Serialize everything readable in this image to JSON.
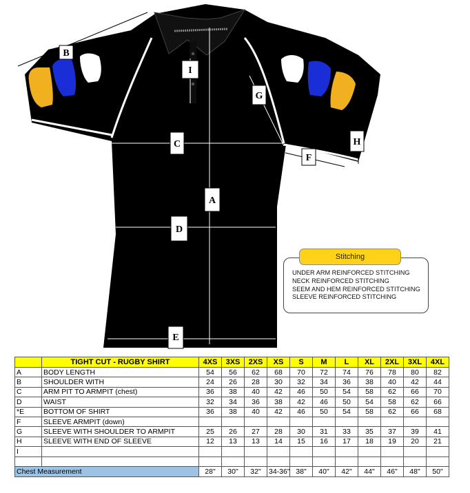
{
  "measure_labels": {
    "a": "A",
    "b": "B",
    "c": "C",
    "d": "D",
    "e": "E",
    "f": "F",
    "g": "G",
    "h": "H",
    "i": "I"
  },
  "stitching": {
    "title": "Stitching",
    "items": [
      "UNDER ARM REINFORCED STITCHING",
      "NECK REINFORCED STITCHING",
      "SEEM AND HEM REINFORCED STITCHING",
      "SLEEVE REINFORCED STITCHING"
    ]
  },
  "table": {
    "title": "TIGHT CUT - RUGBY SHIRT",
    "sizes": [
      "4XS",
      "3XS",
      "2XS",
      "XS",
      "S",
      "M",
      "L",
      "XL",
      "2XL",
      "3XL",
      "4XL"
    ],
    "rows": [
      {
        "code": "A",
        "label": "BODY LENGTH",
        "values": [
          "54",
          "56",
          "62",
          "68",
          "70",
          "72",
          "74",
          "76",
          "78",
          "80",
          "82"
        ]
      },
      {
        "code": "B",
        "label": "SHOULDER WITH",
        "values": [
          "24",
          "26",
          "28",
          "30",
          "32",
          "34",
          "36",
          "38",
          "40",
          "42",
          "44"
        ]
      },
      {
        "code": "C",
        "label": "ARM PIT TO ARMPIT (chest)",
        "values": [
          "36",
          "38",
          "40",
          "42",
          "46",
          "50",
          "54",
          "58",
          "62",
          "66",
          "70"
        ]
      },
      {
        "code": "D",
        "label": "WAIST",
        "values": [
          "32",
          "34",
          "36",
          "38",
          "42",
          "46",
          "50",
          "54",
          "58",
          "62",
          "66"
        ]
      },
      {
        "code": "*E",
        "label": "BOTTOM OF SHIRT",
        "values": [
          "36",
          "38",
          "40",
          "42",
          "46",
          "50",
          "54",
          "58",
          "62",
          "66",
          "68"
        ]
      },
      {
        "code": "F",
        "label": "SLEEVE ARMPIT (down)",
        "values": [
          "",
          "",
          "",
          "",
          "",
          "",
          "",
          "",
          "",
          "",
          ""
        ]
      },
      {
        "code": "G",
        "label": "SLEEVE WITH SHOULDER TO ARMPIT",
        "values": [
          "25",
          "26",
          "27",
          "28",
          "30",
          "31",
          "33",
          "35",
          "37",
          "39",
          "41"
        ]
      },
      {
        "code": "H",
        "label": "SLEEVE WITH END OF SLEEVE",
        "values": [
          "12",
          "13",
          "13",
          "14",
          "15",
          "16",
          "17",
          "18",
          "19",
          "20",
          "21"
        ]
      },
      {
        "code": "I",
        "label": "",
        "values": [
          "",
          "",
          "",
          "",
          "",
          "",
          "",
          "",
          "",
          "",
          ""
        ]
      },
      {
        "code": "",
        "label": "",
        "values": [
          "",
          "",
          "",
          "",
          "",
          "",
          "",
          "",
          "",
          "",
          ""
        ]
      }
    ],
    "footer": {
      "label": "Chest Measurement",
      "values": [
        "28\"",
        "30\"",
        "32\"",
        "34-36\"",
        "38\"",
        "40\"",
        "42\"",
        "44\"",
        "46\"",
        "48\"",
        "50\""
      ]
    }
  },
  "colors": {
    "shirt": "#000000",
    "piping": "#ffffff",
    "stripe_gold": "#f0b020",
    "stripe_blue": "#1a2ed8",
    "header_yellow": "#ffff00",
    "footer_blue": "#9cc3e6"
  }
}
